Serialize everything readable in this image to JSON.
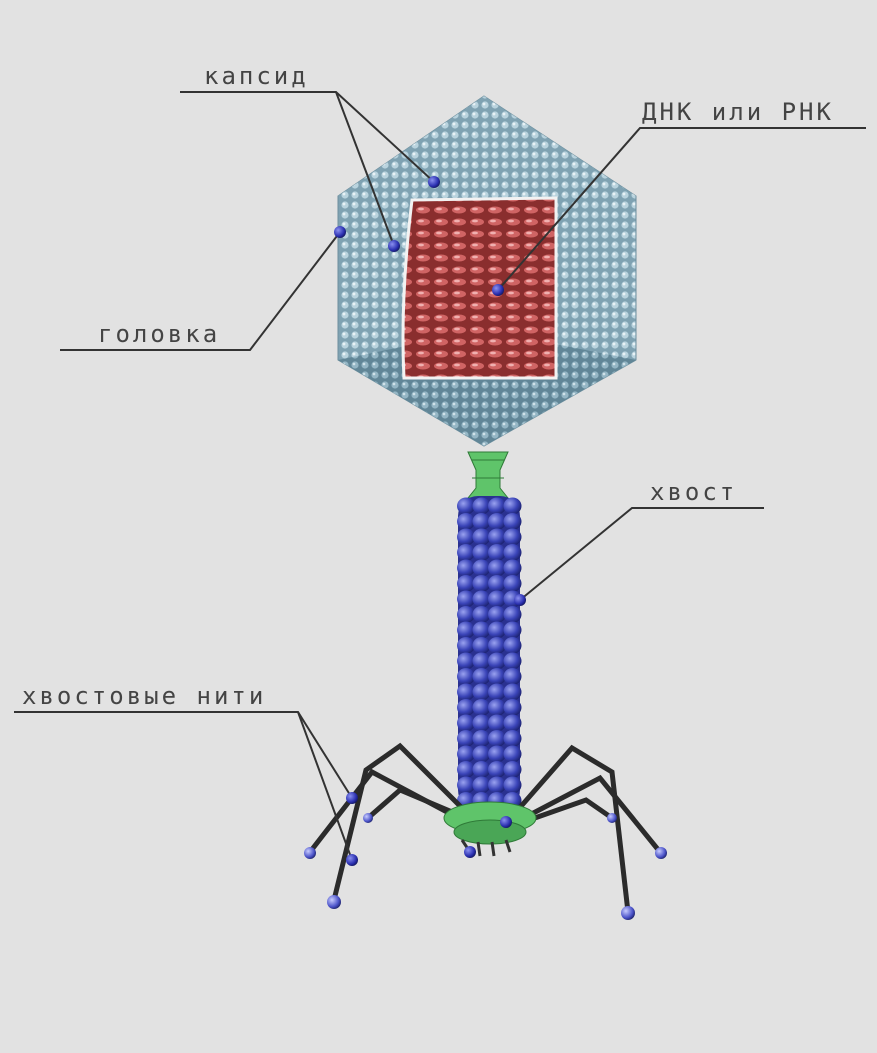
{
  "labels": {
    "capsid": "капсид",
    "nucleic_acid": "ДНК или РНК",
    "head": "головка",
    "tail": "хвост",
    "tail_fibers": "хвостовые нити"
  },
  "colors": {
    "background": "#e2e2e2",
    "capsid": "#8fb3c2",
    "capsid_dark": "#5f8596",
    "nucleic_acid": "#b24a4a",
    "collar": "#5fc46a",
    "tail": "#3a44b8",
    "fibers": "#2a2a2a",
    "marker": "#2a2fb0",
    "leader": "#333333"
  }
}
